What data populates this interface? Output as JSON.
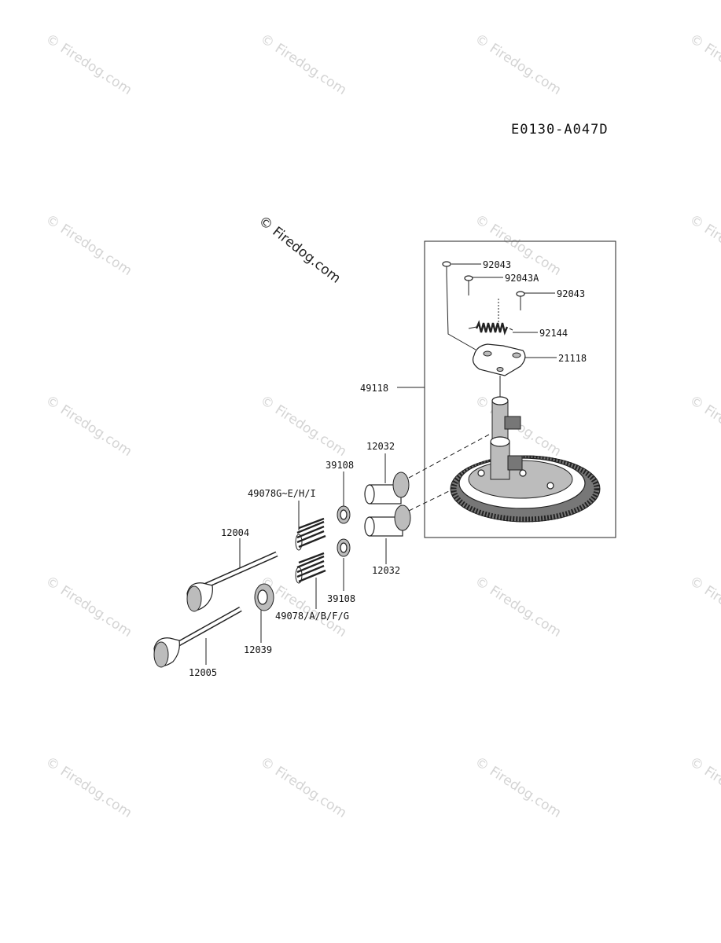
{
  "diagram_code": "E0130-A047D",
  "copyright": "© Firedog.com",
  "watermark_text": "© Firedog.com",
  "part_labels": {
    "p92043_top": "92043",
    "p92043A": "92043A",
    "p92043_right": "92043",
    "p92144": "92144",
    "p21118": "21118",
    "p49118": "49118",
    "p12032_top": "12032",
    "p39108_top": "39108",
    "p49078G": "49078G~E/H/I",
    "p12004": "12004",
    "p12032_bottom": "12032",
    "p39108_bottom": "39108",
    "p49078": "49078/A/B/F/G",
    "p12039": "12039",
    "p12005": "12005"
  }
}
